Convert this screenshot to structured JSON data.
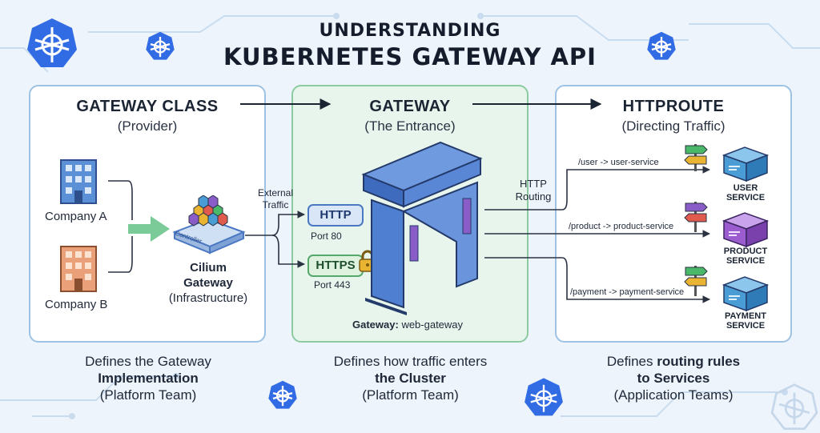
{
  "title": {
    "line1": "UNDERSTANDING",
    "line2": "KUBERNETES GATEWAY API"
  },
  "panels": {
    "gateway_class": {
      "heading": "GATEWAY CLASS",
      "subheading": "(Provider)"
    },
    "gateway": {
      "heading": "GATEWAY",
      "subheading": "(The Entrance)"
    },
    "httproute": {
      "heading": "HTTPROUTE",
      "subheading": "(Directing Traffic)"
    }
  },
  "gateway_class": {
    "company_a": "Company A",
    "company_b": "Company B",
    "controller_label": "Controller",
    "gateway_name_line1": "Cilium",
    "gateway_name_line2": "Gateway",
    "gateway_role": "(Infrastructure)"
  },
  "gateway": {
    "external_line1": "External",
    "external_line2": "Traffic",
    "http_label": "HTTP",
    "http_port": "Port 80",
    "https_label": "HTTPS",
    "https_port": "Port 443",
    "gateway_name_prefix": "Gateway:",
    "gateway_name_value": "web-gateway"
  },
  "httproute": {
    "routing_line1": "HTTP",
    "routing_line2": "Routing",
    "routes": [
      {
        "rule": "/user -> user-service",
        "service_line1": "USER",
        "service_line2": "SERVICE",
        "color": "#4a9cd4"
      },
      {
        "rule": "/product -> product-service",
        "service_line1": "PRODUCT",
        "service_line2": "SERVICE",
        "color": "#9a5ccf"
      },
      {
        "rule": "/payment -> payment-service",
        "service_line1": "PAYMENT",
        "service_line2": "SERVICE",
        "color": "#4a9cd4"
      }
    ]
  },
  "footer": {
    "col1": {
      "line1": "Defines the Gateway",
      "line2": "Implementation",
      "line3": "(Platform Team)"
    },
    "col2": {
      "line1": "Defines how traffic enters",
      "line2": "the Cluster",
      "line3": "(Platform Team)"
    },
    "col3": {
      "line1_plain": "Defines ",
      "line1_bold": "routing rules",
      "line2": "to Services",
      "line3": "(Application Teams)"
    }
  },
  "colors": {
    "k8s_blue": "#326ce5",
    "panel_border": "#9ec2e4",
    "gateway_panel_bg": "#e7f5ec",
    "arch_blue": "#4f7fd0",
    "arch_purple": "#8a5cc7"
  },
  "icons": [
    "kubernetes-logo-icon",
    "building-icon",
    "controller-chip-icon",
    "arch-gateway-icon",
    "padlock-icon",
    "signpost-icon",
    "service-cube-icon"
  ]
}
